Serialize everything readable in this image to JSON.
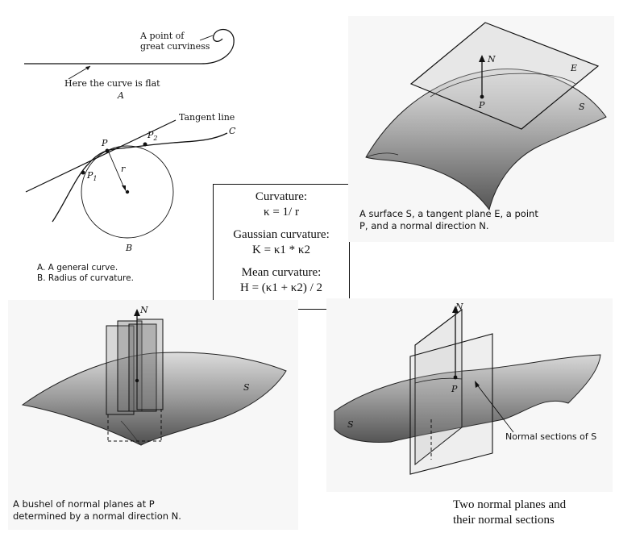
{
  "panel_a": {
    "label_point": [
      "A point of",
      "great curviness"
    ],
    "label_flat": "Here the curve is flat",
    "label_a": "A"
  },
  "panel_b": {
    "tangent_line": "Tangent line",
    "p": "P",
    "p1": "P",
    "p1_sub": "1",
    "p2": "P",
    "p2_sub": "2",
    "c": "C",
    "r": "r",
    "b": "B",
    "caption": [
      "A. A general curve.",
      "B. Radius of curvature."
    ]
  },
  "formulas": {
    "curvature_title": "Curvature:",
    "curvature_eq": "κ = 1/ r",
    "gaussian_title": "Gaussian curvature:",
    "gaussian_eq": "K = κ1 * κ2",
    "mean_title": "Mean curvature:",
    "mean_eq": "H = (κ1 + κ2) / 2"
  },
  "panel_surface": {
    "n": "N",
    "e": "E",
    "p": "P",
    "s": "S",
    "caption": [
      "A surface S, a tangent plane E, a point",
      "P, and a normal direction N."
    ]
  },
  "panel_bushel": {
    "n": "N",
    "s": "S",
    "caption": [
      "A bushel of normal planes at P",
      "determined by a normal direction N."
    ]
  },
  "panel_sections": {
    "n": "N",
    "p": "P",
    "s": "S",
    "normal_sections": "Normal sections of S",
    "caption": [
      "Two normal planes and",
      "their normal sections"
    ]
  },
  "colors": {
    "ink": "#111111",
    "surface_dark": "#6a6a6a",
    "surface_light": "#d6d6d6"
  }
}
